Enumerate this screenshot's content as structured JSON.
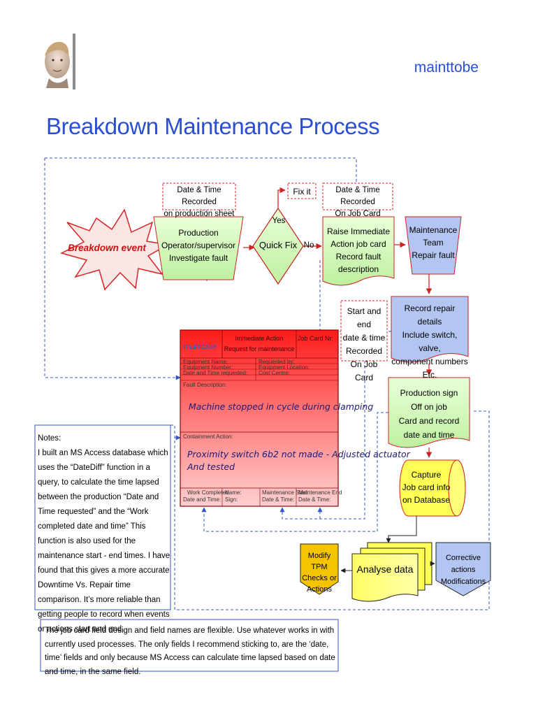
{
  "header": {
    "brand": "mainttobe",
    "title": "Breakdown Maintenance Process"
  },
  "nodes": {
    "breakdown": "Breakdown event",
    "note_prod_sheet": [
      "Date & Time Recorded",
      "on production sheet"
    ],
    "production": [
      "Production",
      "Operator/supervisor",
      "Investigate fault"
    ],
    "yes": "Yes",
    "quick_fix": "Quick Fix",
    "no": "No",
    "fix_it": "Fix it",
    "note_job_card": [
      "Date & Time Recorded",
      "On Job Card"
    ],
    "raise_job": [
      "Raise Immediate",
      "Action job card",
      "Record fault description"
    ],
    "maint_team": [
      "Maintenance",
      "Team",
      "Repair fault"
    ],
    "record_repair": [
      "Record repair details",
      "Include switch, valve,",
      "component numbers",
      "Etc."
    ],
    "start_end": [
      "Start and end",
      "date & time",
      "Recorded",
      "On Job Card"
    ],
    "prod_sign": [
      "Production sign",
      "Off on job",
      "Card and record",
      "date and time"
    ],
    "capture": [
      "Capture",
      "Job card info",
      "on Database"
    ],
    "modify_tpm": [
      "Modify TPM",
      "Checks or",
      "Actions"
    ],
    "analyse": "Analyse data",
    "corrective": [
      "Corrective actions",
      "Modifications"
    ]
  },
  "job_card": {
    "brand": "mainttobe",
    "title_line1": "Immediate Action",
    "title_line2": "Request for maintenance",
    "card_nr": "Job Card Nr:",
    "equipment_name": "Equipment Name:",
    "equipment_number": "Equipment Number:",
    "date_time_requested": "Date and Time requested:",
    "requested_by": "Requested by:",
    "equipment_location": "Equipment Location:",
    "cost_centre": "Cost Centre:",
    "fault_description": "Fault Description:",
    "fault_text": "Machine stopped in cycle during clamping",
    "containment_action": "Containment Action:",
    "containment_text_1": "Proximity switch 6b2 not made - Adjusted actuator",
    "containment_text_2": "And tested",
    "work_completed": "Work Completed",
    "work_completed_2": "Date and Time:",
    "name": "Name:",
    "sign": "Sign:",
    "maint_start": "Maintenance Start",
    "maint_start_2": "Date & Time:",
    "maint_end": "Maintenance End",
    "maint_end_2": "Date & Time:"
  },
  "notes": "Notes:\nI built an MS Access database which uses the “DateDiff” function in a query, to calculate the time lapsed between the production “Date and Time requested” and the “Work completed date and time” This function is also used for the maintenance start - end times. I have found that this gives a more accurate Downtime Vs. Repair time  comparison. It’s more reliable than getting people to record when events or actions start and end.",
  "footer": "The job card field design and field names are flexible. Use whatever works in with currently used processes.  The only fields I recommend sticking to, are the ‘date, time’ fields and only because MS Access can calculate time lapsed based on date and time, in the same field.",
  "colors": {
    "accent": "#2a4fd6",
    "flow_green": "#ccf5b3",
    "flow_blue": "#b3c6f2",
    "gold": "#f5c400",
    "yellow": "#ffff55",
    "job_card_red": "#ee2020",
    "dashed": "#3355cc"
  }
}
